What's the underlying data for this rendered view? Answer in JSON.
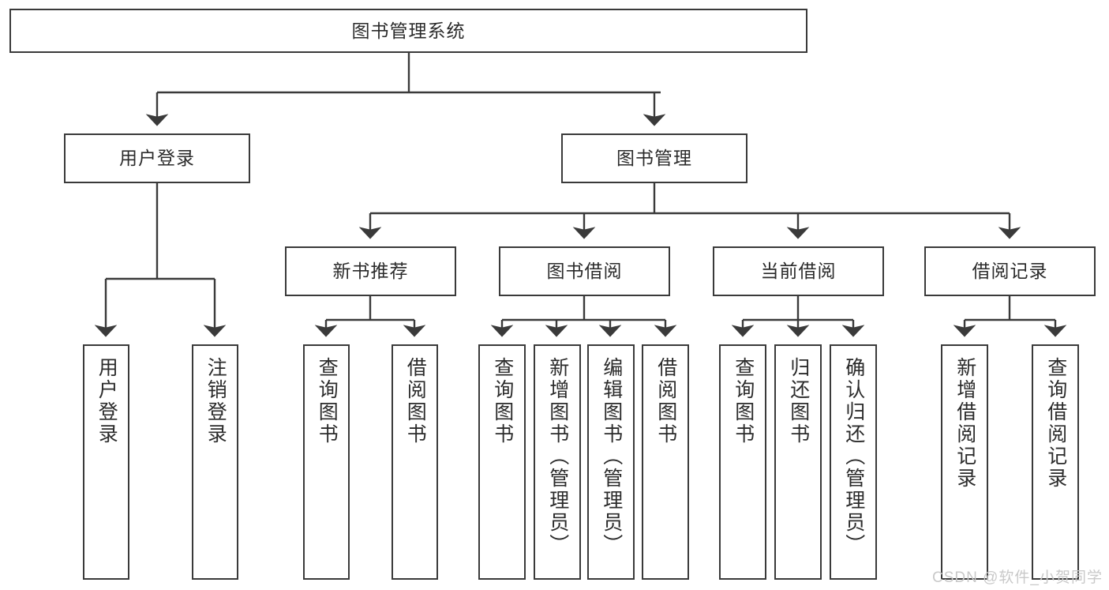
{
  "diagram": {
    "title": "图书管理系统",
    "type": "tree-hierarchy-chart",
    "watermark": "CSDN @软件_小贺同学",
    "colors": {
      "box_border": "#3a3a3a",
      "box_fill": "#ffffff",
      "connector": "#3a3a3a",
      "text": "#2b2b2b",
      "watermark": "#c9c9c9"
    },
    "root": {
      "label": "图书管理系统"
    },
    "level2": [
      {
        "label": "用户登录"
      },
      {
        "label": "图书管理"
      }
    ],
    "level3": [
      {
        "label": "新书推荐"
      },
      {
        "label": "图书借阅"
      },
      {
        "label": "当前借阅"
      },
      {
        "label": "借阅记录"
      }
    ],
    "leaves": {
      "user_login": [
        {
          "label": "用户登录"
        },
        {
          "label": "注销登录"
        }
      ],
      "new_book_recommend": [
        {
          "label": "查询图书"
        },
        {
          "label": "借阅图书"
        }
      ],
      "book_borrow": [
        {
          "label": "查询图书"
        },
        {
          "label": "新增图书（管理员）"
        },
        {
          "label": "编辑图书（管理员）"
        },
        {
          "label": "借阅图书"
        }
      ],
      "current_borrow": [
        {
          "label": "查询图书"
        },
        {
          "label": "归还图书"
        },
        {
          "label": "确认归还（管理员）"
        }
      ],
      "borrow_record": [
        {
          "label": "新增借阅记录"
        },
        {
          "label": "查询借阅记录"
        }
      ]
    }
  }
}
